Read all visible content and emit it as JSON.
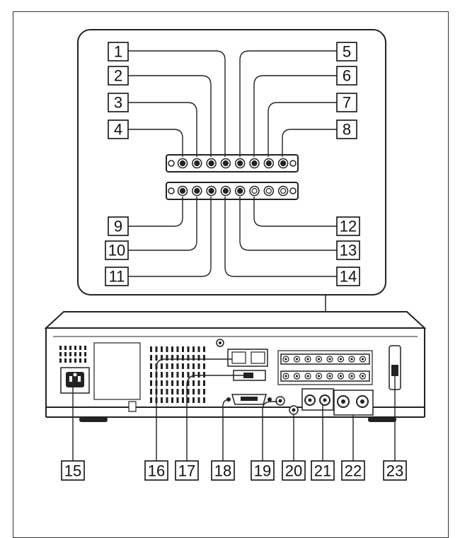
{
  "diagram": {
    "title": "",
    "callouts": {
      "c1": "1",
      "c2": "2",
      "c3": "3",
      "c4": "4",
      "c5": "5",
      "c6": "6",
      "c7": "7",
      "c8": "8",
      "c9": "9",
      "c10": "10",
      "c11": "11",
      "c12": "12",
      "c13": "13",
      "c14": "14",
      "c15": "15",
      "c16": "16",
      "c17": "17",
      "c18": "18",
      "c19": "19",
      "c20": "20",
      "c21": "21",
      "c22": "22",
      "c23": "23"
    },
    "colors": {
      "line": "#111111",
      "device_fill": "#ffffff",
      "dark": "#222222"
    }
  }
}
